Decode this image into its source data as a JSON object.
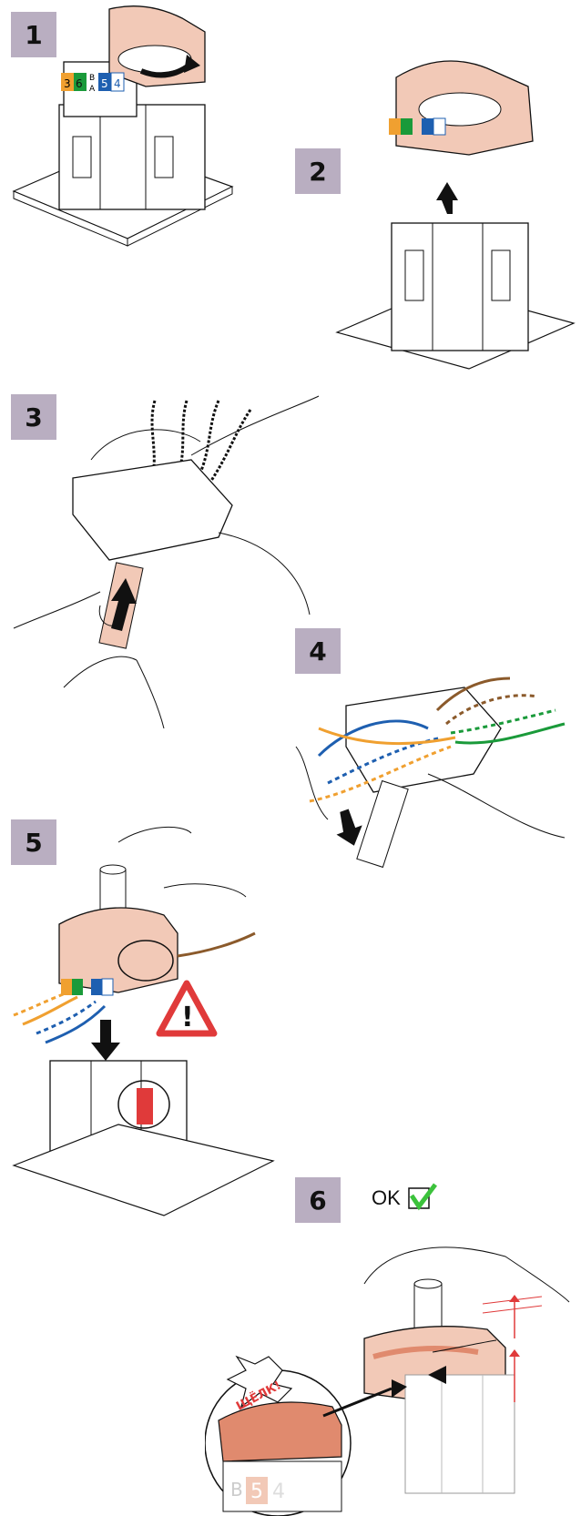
{
  "steps": [
    {
      "number": "1"
    },
    {
      "number": "2"
    },
    {
      "number": "3"
    },
    {
      "number": "4"
    },
    {
      "number": "5"
    },
    {
      "number": "6"
    }
  ],
  "ok_label": "OK",
  "click_label": "ЩЁЛК!",
  "module_labels": {
    "pin_3": "3",
    "pin_6": "6",
    "pin_b": "B",
    "pin_a": "A",
    "pin_5": "5",
    "pin_4": "4"
  },
  "warning_symbol": "!",
  "colors": {
    "badge": "#b9aec1",
    "part_pink": "#f2c9b7",
    "part_dark_pink": "#e08a6e",
    "wire_orange": "#f0a030",
    "wire_green": "#1a9a3a",
    "wire_blue": "#1e5fb0",
    "wire_brown": "#8b5a2b",
    "warning_red": "#e03a3a",
    "check_green": "#3cc23c"
  }
}
